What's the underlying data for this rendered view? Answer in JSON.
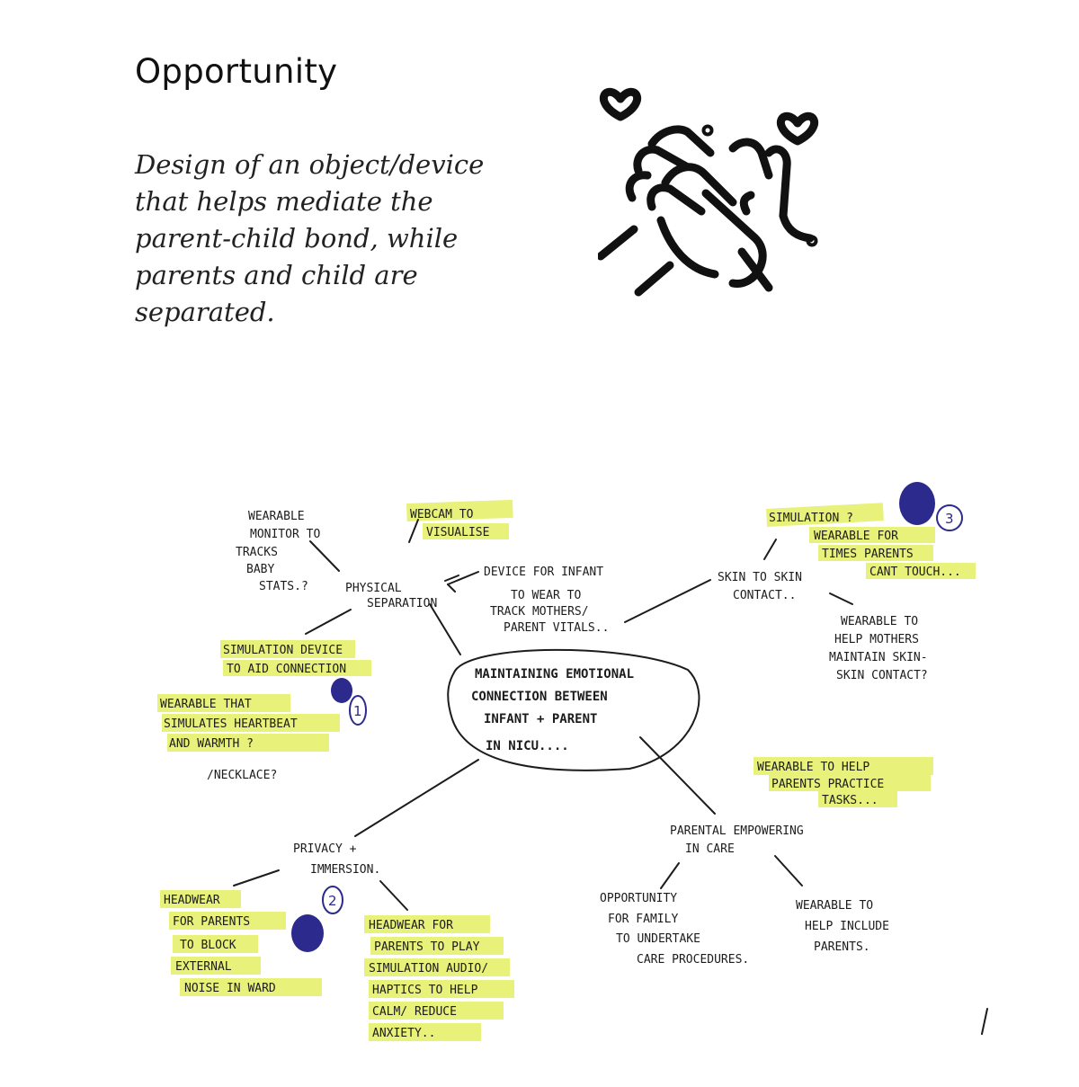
{
  "heading": "Opportunity",
  "description_lines": [
    "Design of an object/device",
    "that helps mediate the",
    "parent-child bond, while",
    "parents and child are",
    "separated."
  ],
  "mindmap": {
    "center": [
      "MAINTAINING EMOTIONAL",
      "CONNECTION BETWEEN",
      "INFANT + PARENT",
      "IN NICU...."
    ],
    "physical_separation": {
      "title": [
        "PHYSICAL",
        "SEPARATION"
      ],
      "wearable_monitor": [
        "WEARABLE",
        "MONITOR TO",
        "TRACKS",
        "BABY",
        "STATS.?"
      ],
      "webcam": [
        "WEBCAM TO",
        "VISUALISE"
      ],
      "device_for_infant": [
        "DEVICE FOR INFANT",
        "TO WEAR TO",
        "TRACK MOTHERS/",
        "PARENT VITALS.."
      ],
      "simulation_device": [
        "SIMULATION DEVICE",
        "TO AID CONNECTION"
      ],
      "wearable_heartbeat": [
        "WEARABLE THAT",
        "SIMULATES HEARTBEAT",
        "AND WARMTH ?"
      ],
      "necklace": "/NECKLACE?",
      "badge": "1"
    },
    "skin_to_skin": {
      "title": [
        "SKIN TO SKIN",
        "CONTACT.."
      ],
      "simulation": [
        "SIMULATION ?",
        "WEARABLE FOR",
        "TIMES PARENTS",
        "CANT TOUCH..."
      ],
      "wearable_mothers": [
        "WEARABLE TO",
        "HELP MOTHERS",
        "MAINTAIN SKIN-",
        "SKIN CONTACT?"
      ],
      "badge": "3"
    },
    "parental_empowering": {
      "title": [
        "PARENTAL EMPOWERING",
        "IN CARE"
      ],
      "wearable_practice": [
        "WEARABLE TO HELP",
        "PARENTS PRACTICE",
        "TASKS..."
      ],
      "opportunity_family": [
        "OPPORTUNITY",
        "FOR FAMILY",
        "TO UNDERTAKE",
        "CARE PROCEDURES."
      ],
      "wearable_include": [
        "WEARABLE TO",
        "HELP INCLUDE",
        "PARENTS."
      ]
    },
    "privacy_immersion": {
      "title": [
        "PRIVACY +",
        "IMMERSION."
      ],
      "headwear_block": [
        "HEADWEAR",
        "FOR PARENTS",
        "TO BLOCK",
        "EXTERNAL",
        "NOISE IN WARD"
      ],
      "headwear_play": [
        "HEADWEAR FOR",
        "PARENTS TO PLAY",
        "SIMULATION AUDIO/",
        "HAPTICS TO HELP",
        "CALM/ REDUCE",
        "ANXIETY.."
      ],
      "badge": "2"
    }
  }
}
